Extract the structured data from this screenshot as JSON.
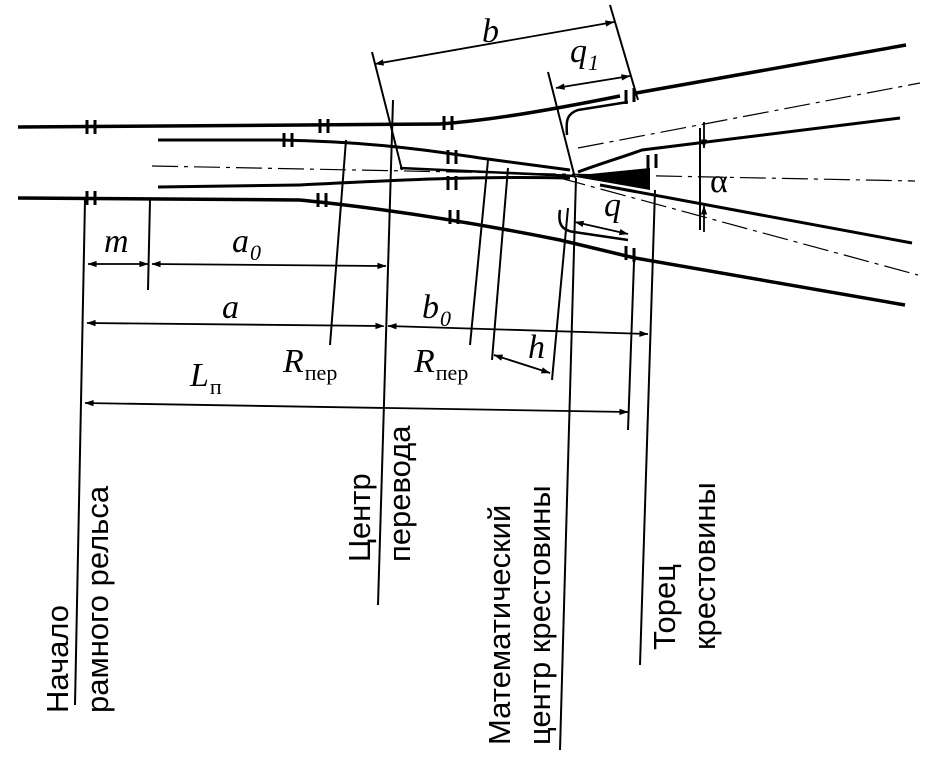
{
  "dimensions": {
    "b": "b",
    "q1_main": "q",
    "q1_sub": "1",
    "q": "q",
    "alpha": "α",
    "m": "m",
    "a0_main": "a",
    "a0_sub": "0",
    "a": "a",
    "b0_main": "b",
    "b0_sub": "0",
    "h": "h",
    "Ln_main": "L",
    "Ln_sub": "п",
    "Rper1_main": "R",
    "Rper1_sub": "пер",
    "Rper2_main": "R",
    "Rper2_sub": "пер"
  },
  "vertical_labels": {
    "rail_start_line1": "Начало",
    "rail_start_line2": "рамного рельса",
    "center_line1": "Центр",
    "center_line2": "перевода",
    "math_center_line1": "Математический",
    "math_center_line2": "центр крестовины",
    "frog_end_line1": "Торец",
    "frog_end_line2": "крестовины"
  }
}
